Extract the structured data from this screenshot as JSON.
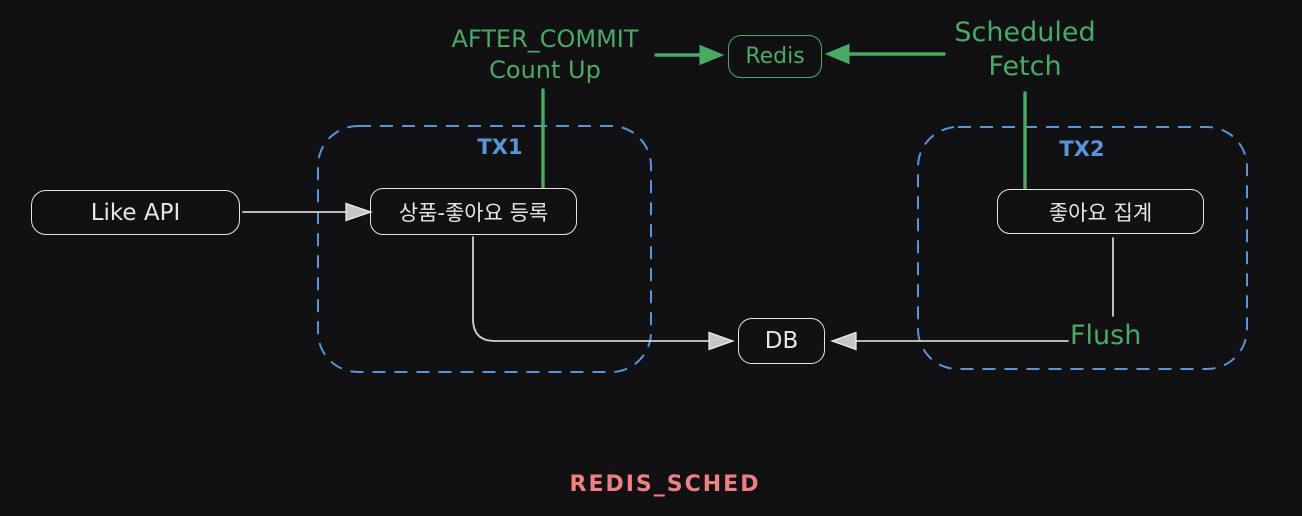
{
  "diagram": {
    "footer_tag": "REDIS_SCHED",
    "nodes": {
      "like_api": {
        "label": "Like API"
      },
      "register": {
        "label": "상품-좋아요 등록"
      },
      "aggregate": {
        "label": "좋아요 집계"
      },
      "redis": {
        "label": "Redis"
      },
      "db": {
        "label": "DB"
      }
    },
    "groups": {
      "tx1": {
        "label": "TX1"
      },
      "tx2": {
        "label": "TX2"
      }
    },
    "annotations": {
      "after_commit": {
        "line1": "AFTER_COMMIT",
        "line2": "Count Up"
      },
      "scheduled": {
        "line1": "Scheduled",
        "line2": "Fetch"
      },
      "flush": {
        "label": "Flush"
      }
    },
    "colors": {
      "background": "#111113",
      "green": "#47ab62",
      "blue": "#5596dd",
      "red": "#f08080",
      "stroke": "#e6e6e6",
      "line": "#cfcfcf"
    }
  }
}
